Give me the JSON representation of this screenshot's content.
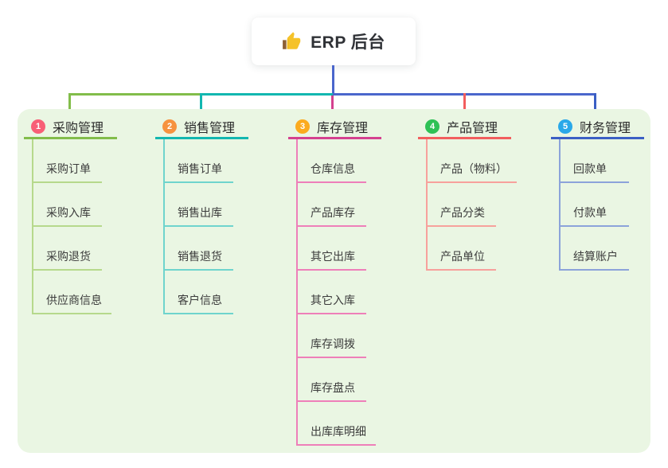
{
  "root": {
    "label": "ERP 后台",
    "icon": "thumbs-up-icon"
  },
  "colors": {
    "canvas_bg": "#ffffff",
    "panel_bg": "#eaf6e3",
    "root_connector": "#4a66cc",
    "card_bg": "#ffffff",
    "branch_title_text": "#2b2b2b",
    "child_text": "#3c3c3c",
    "thumb_yellow": "#f5c229",
    "thumb_cuff_brown": "#8d5f34"
  },
  "branches": [
    {
      "num": "1",
      "title": "采购管理",
      "badge_color": "#f85f76",
      "line_color": "#82bd4a",
      "child_line_color": "#b6d98c",
      "children": [
        "采购订单",
        "采购入库",
        "采购退货",
        "供应商信息"
      ]
    },
    {
      "num": "2",
      "title": "销售管理",
      "badge_color": "#f6923f",
      "line_color": "#12b7b0",
      "child_line_color": "#6fd4cd",
      "children": [
        "销售订单",
        "销售出库",
        "销售退货",
        "客户信息"
      ]
    },
    {
      "num": "3",
      "title": "库存管理",
      "badge_color": "#fbab1f",
      "line_color": "#d4418f",
      "child_line_color": "#ee7fb9",
      "children": [
        "仓库信息",
        "产品库存",
        "其它出库",
        "其它入库",
        "库存调拨",
        "库存盘点",
        "出库库明细"
      ]
    },
    {
      "num": "4",
      "title": "产品管理",
      "badge_color": "#2ec155",
      "line_color": "#f25e5e",
      "child_line_color": "#f7a19c",
      "children": [
        "产品（物料）",
        "产品分类",
        "产品单位"
      ]
    },
    {
      "num": "5",
      "title": "财务管理",
      "badge_color": "#29a8e9",
      "line_color": "#3b5fc4",
      "child_line_color": "#8ca3da",
      "children": [
        "回款单",
        "付款单",
        "结算账户"
      ]
    }
  ]
}
